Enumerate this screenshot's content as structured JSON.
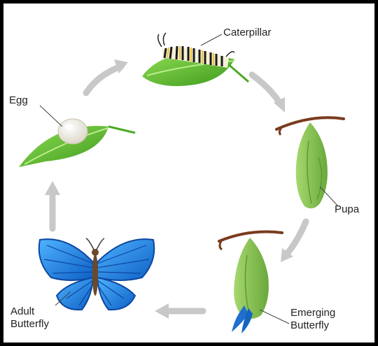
{
  "stages": [
    {
      "id": "egg",
      "label": "Egg"
    },
    {
      "id": "caterpillar",
      "label": "Caterpillar"
    },
    {
      "id": "pupa",
      "label": "Pupa"
    },
    {
      "id": "emerging",
      "label": "Emerging\nButterfly"
    },
    {
      "id": "adult",
      "label": "Adult\nButterfly"
    }
  ],
  "colors": {
    "arrow": "#c8c8c8",
    "leaf": "#5cc232",
    "leaf_dark": "#3e9a1e",
    "pupa": "#8cc45a",
    "twig": "#7a3b1e",
    "wing": "#1e88e5",
    "wing_dark": "#0d47a1",
    "egg": "#f2efe6"
  }
}
